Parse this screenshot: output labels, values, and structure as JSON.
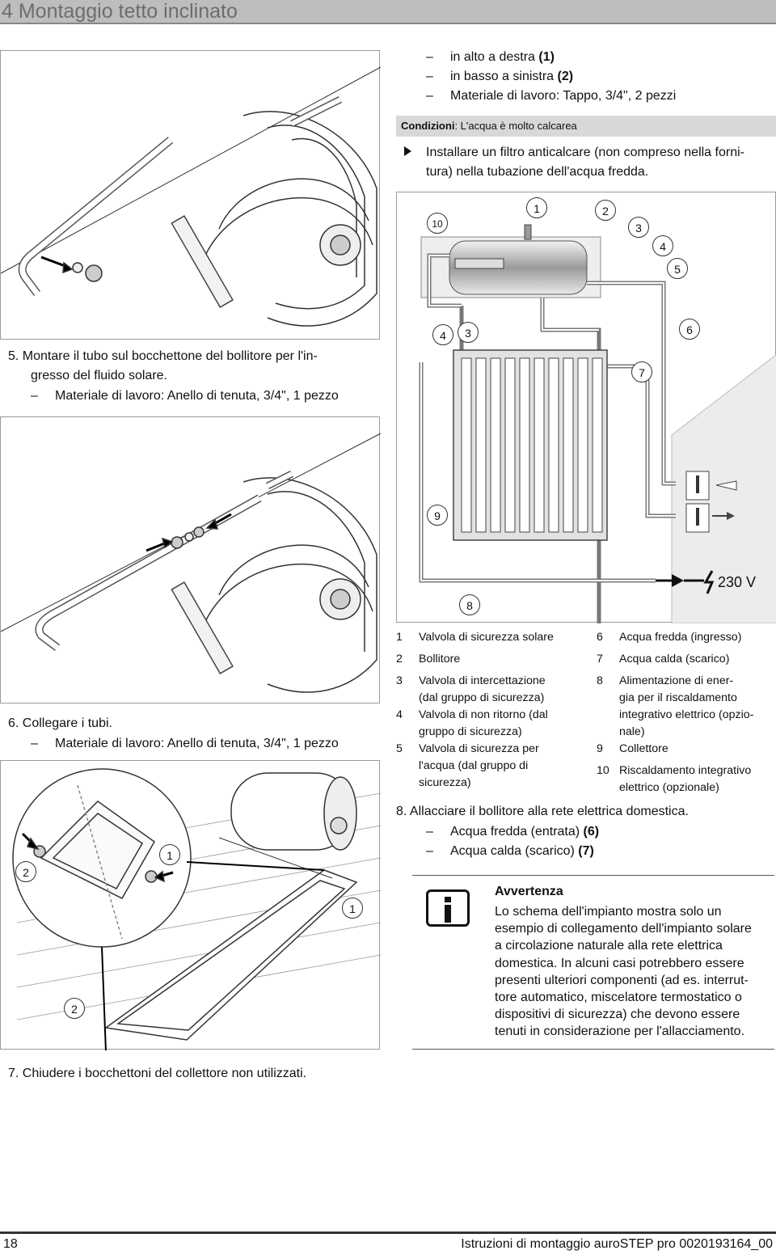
{
  "section_title": "4 Montaggio tetto inclinato",
  "top_list": [
    {
      "text": "in alto a destra ",
      "bold": "(1)"
    },
    {
      "text": "in basso a sinistra ",
      "bold": "(2)"
    },
    {
      "text": "Materiale di lavoro: Tappo, 3/4\", 2 pezzi",
      "bold": ""
    }
  ],
  "conditions": {
    "label": "Condizioni",
    "text": ": L'acqua è molto calcarea"
  },
  "filter_step": {
    "line1": "Installare un filtro anticalcare (non compreso nella forni-",
    "line2": "tura) nella tubazione dell'acqua fredda."
  },
  "step5": {
    "line1": "5.  Montare il tubo sul bocchettone del bollitore per l'in-",
    "line2": "gresso del fluido solare.",
    "material": "Materiale di lavoro: Anello di tenuta, 3/4\", 1 pezzo"
  },
  "step6": {
    "title": "6.  Collegare i tubi.",
    "material": "Materiale di lavoro: Anello di tenuta, 3/4\", 1 pezzo"
  },
  "step7": "7.  Chiudere i bocchettoni del collettore non utilizzati.",
  "step8": {
    "title": "8.  Allacciare il bollitore alla rete elettrica domestica.",
    "items": [
      {
        "text": "Acqua fredda (entrata) ",
        "bold": "(6)"
      },
      {
        "text": "Acqua calda (scarico) ",
        "bold": "(7)"
      }
    ]
  },
  "legend_left": [
    {
      "num": "1",
      "lines": [
        "Valvola di sicurezza solare"
      ]
    },
    {
      "num": "2",
      "lines": [
        "Bollitore"
      ]
    },
    {
      "num": "3",
      "lines": [
        "Valvola di intercettazione",
        "(dal gruppo di sicurezza)"
      ]
    },
    {
      "num": "4",
      "lines": [
        "Valvola di non ritorno (dal",
        "gruppo di sicurezza)"
      ]
    },
    {
      "num": "5",
      "lines": [
        "Valvola di sicurezza per",
        "l'acqua (dal gruppo di",
        "sicurezza)"
      ]
    }
  ],
  "legend_right": [
    {
      "num": "6",
      "lines": [
        "Acqua fredda (ingresso)"
      ]
    },
    {
      "num": "7",
      "lines": [
        "Acqua calda (scarico)"
      ]
    },
    {
      "num": "8",
      "lines": [
        "Alimentazione di ener-",
        "gia per il riscaldamento",
        "integrativo elettrico (opzio-",
        "nale)"
      ]
    },
    {
      "num": "9",
      "lines": [
        "Collettore"
      ]
    },
    {
      "num": "10",
      "lines": [
        "Riscaldamento integrativo",
        "elettrico (opzionale)"
      ]
    }
  ],
  "diagram": {
    "voltage": "230 V",
    "callouts": [
      "10",
      "1",
      "2",
      "3",
      "4",
      "5",
      "4",
      "3",
      "6",
      "7",
      "9",
      "8"
    ]
  },
  "fig3_callouts": [
    "1",
    "2",
    "1",
    "2"
  ],
  "note": {
    "title": "Avvertenza",
    "lines": [
      "Lo schema dell'impianto mostra solo un",
      "esempio di collegamento dell'impianto solare",
      "a circolazione naturale alla rete elettrica",
      "domestica. In alcuni casi potrebbero essere",
      "presenti ulteriori componenti (ad es. interrut-",
      "tore automatico, miscelatore termostatico o",
      "dispositivi di sicurezza) che devono essere",
      "tenuti in considerazione per l'allacciamento."
    ],
    "icon": "info-icon"
  },
  "footer": {
    "page": "18",
    "doc": "Istruzioni di montaggio auroSTEP pro 0020193164_00"
  }
}
